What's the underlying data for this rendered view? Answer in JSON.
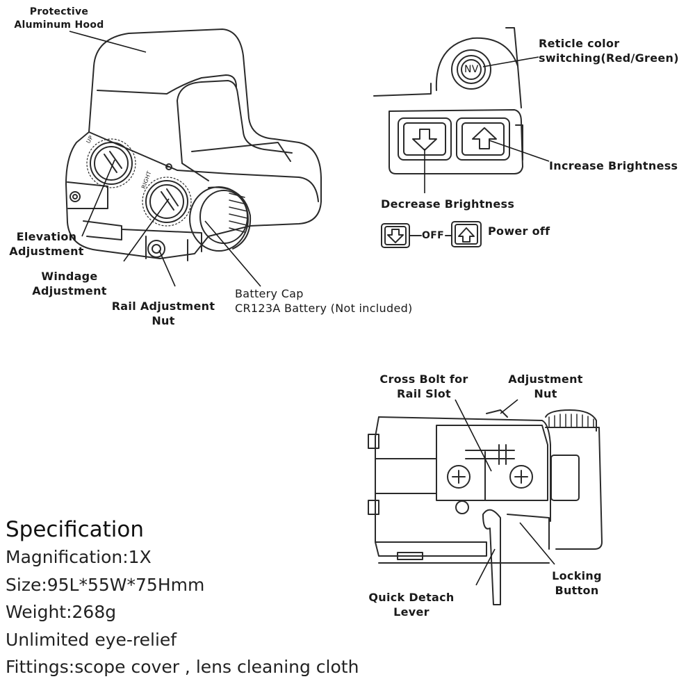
{
  "labels": {
    "hood": [
      "Protective",
      "Aluminum Hood"
    ],
    "reticle": [
      "Reticle color",
      "switching(Red/Green)"
    ],
    "nv_button": "NV",
    "increase": "Increase Brightness",
    "decrease": "Decrease Brightness",
    "off_word": "OFF",
    "power_off": "Power off",
    "elevation": [
      "Elevation",
      "Adjustment"
    ],
    "windage": [
      "Windage",
      "Adjustment"
    ],
    "rail_nut": [
      "Rail Adjustment",
      "Nut"
    ],
    "battery": [
      "Battery Cap",
      "CR123A Battery (Not included)"
    ],
    "cross_bolt": [
      "Cross Bolt for",
      "Rail Slot"
    ],
    "adjustment_nut": [
      "Adjustment",
      "Nut"
    ],
    "quick_detach": [
      "Quick Detach",
      "Lever"
    ],
    "locking": [
      "Locking",
      "Button"
    ],
    "dial_up": "UP",
    "dial_right": "RIGHT"
  },
  "specification": {
    "title": "Specification",
    "lines": [
      "Magnification:1X",
      "Size:95L*55W*75Hmm",
      "Weight:268g",
      "Unlimited eye-relief",
      "Fittings:scope cover , lens cleaning cloth"
    ]
  }
}
